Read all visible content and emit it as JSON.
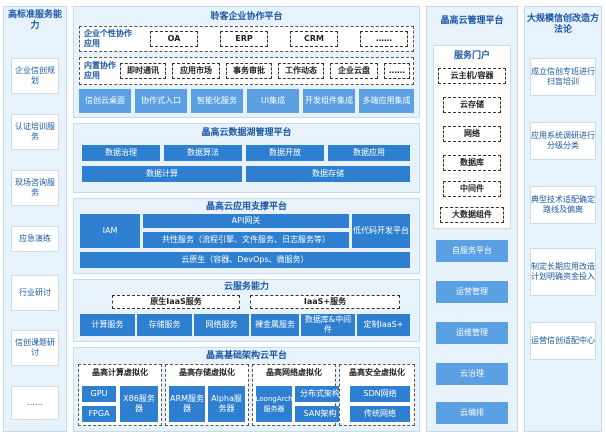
{
  "left": {
    "title": "高标准服务能力",
    "items": [
      "企业信创规划",
      "认证培训服务",
      "现场咨询服务",
      "应急演练",
      "行业研讨",
      "信创课题研讨",
      "……"
    ]
  },
  "collab": {
    "title": "聆客企业协作平台",
    "row1_label": "企业个性协作应用",
    "row1_items": [
      "OA",
      "ERP",
      "CRM",
      "……"
    ],
    "row2_label": "内置协作应用",
    "row2_items": [
      "即时通讯",
      "应用市场",
      "事务审批",
      "工作动态",
      "企业云盘",
      "……"
    ],
    "row3_items": [
      "信创云桌面",
      "协作式入口",
      "智能化服务",
      "UI集成",
      "开发组件集成",
      "多端应用集成"
    ]
  },
  "datalake": {
    "title": "晶高云数据湖管理平台",
    "row1": [
      "数据治理",
      "数据算法",
      "数据开放",
      "数据应用"
    ],
    "row2": [
      "数据计算",
      "数据存储"
    ]
  },
  "appsupport": {
    "title": "晶高云应用支撑平台",
    "iam": "IAM",
    "gateway": "API网关",
    "common": "共性服务（流程引擎、文件服务、日志服务等）",
    "lowcode": "低代码开发平台",
    "cloudnative": "云原生（容器、DevOps、微服务）"
  },
  "cloudservice": {
    "title": "云服务能力",
    "native_iaas": "原生IaaS服务",
    "iaas_plus": "IaaS+服务",
    "row": [
      "计算服务",
      "存储服务",
      "网络服务",
      "裸金属服务",
      "数据库&中间件",
      "定制IaaS+"
    ]
  },
  "infra": {
    "title": "晶高基础架构云平台",
    "groups": [
      "晶高计算虚拟化",
      "晶高存储虚拟化",
      "晶高网络虚拟化",
      "晶高安全虚拟化"
    ],
    "gpu": "GPU",
    "fpga": "FPGA",
    "x86": "X86服务器",
    "arm": "ARM服务器",
    "alpha": "Alpha服务器",
    "loongarch": "LoongArch服务器",
    "distributed": "分布式架构",
    "san": "SAN架构",
    "sdn": "SDN网络",
    "traditional": "传统网络"
  },
  "mgmt": {
    "title": "晶高云管理平台",
    "portal_title": "服务门户",
    "portal_items": [
      "云主机/容器",
      "云存储",
      "网络",
      "数据库",
      "中间件",
      "大数据组件"
    ],
    "ops_items": [
      "自服务平台",
      "运营管理",
      "运维管理",
      "云治理",
      "云编排"
    ]
  },
  "right": {
    "title": "大规模信创改造方法论",
    "items": [
      "成立信创专班进行扫盲培训",
      "应用系统调研进行分级分类",
      "典型技术适配确定路线及偏离",
      "制定长期应用改造计划明确资金投入",
      "运营信创适配中心"
    ]
  }
}
